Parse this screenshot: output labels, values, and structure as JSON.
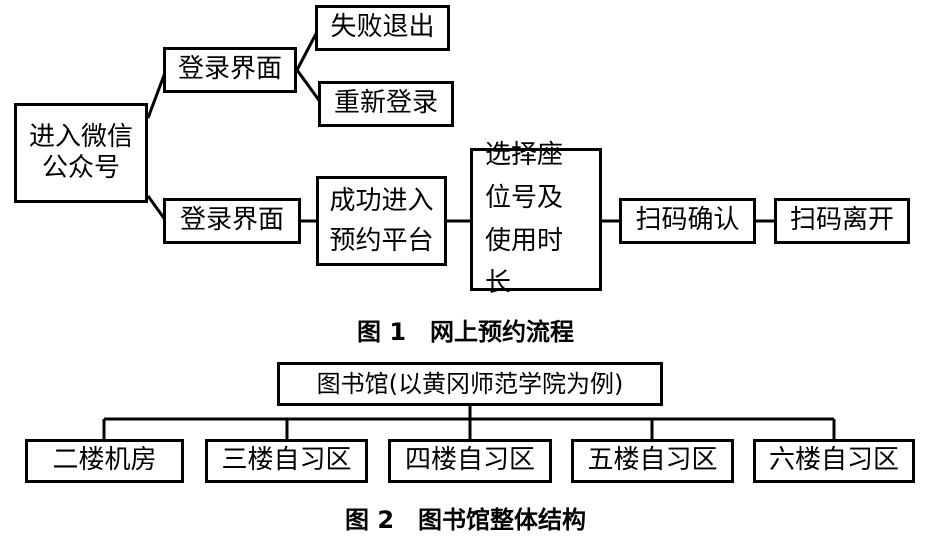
{
  "figure1": {
    "caption": "图 1　网上预约流程",
    "nodes": {
      "enter_wechat": "进入微信公众号",
      "login_top": "登录界面",
      "fail_exit": "失败退出",
      "relogin": "重新登录",
      "login_bottom": "登录界面",
      "enter_platform": "成功进入预约平台",
      "select_seat": "选择座位号及使用时长",
      "scan_confirm": "扫码确认",
      "scan_leave": "扫码离开"
    }
  },
  "figure2": {
    "caption": "图 2　图书馆整体结构",
    "root": "图书馆(以黄冈师范学院为例)",
    "children": [
      "二楼机房",
      "三楼自习区",
      "四楼自习区",
      "五楼自习区",
      "六楼自习区"
    ]
  }
}
